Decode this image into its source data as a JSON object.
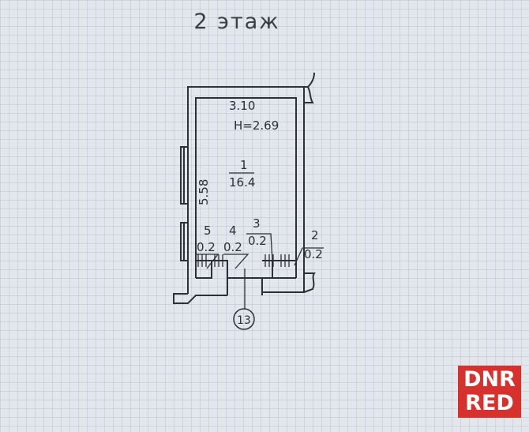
{
  "title": "2 этаж",
  "labels": {
    "width_dim": "3.10",
    "height": "H=2.69",
    "room1_num": "1",
    "room1_area": "16.4",
    "length_dim": "5.58",
    "r5_num": "5",
    "r5_area": "0.2",
    "r4_num": "4",
    "r4_area": "0.2",
    "r3_num": "3",
    "r3_area": "0.2",
    "r2_num": "2",
    "r2_area": "0.2",
    "entrance": "13"
  },
  "watermark": {
    "line1": "DNR",
    "line2": "RED"
  },
  "colors": {
    "ink": "#2d3036",
    "paper": "#e3e6eb",
    "watermark": "#d7312d"
  }
}
